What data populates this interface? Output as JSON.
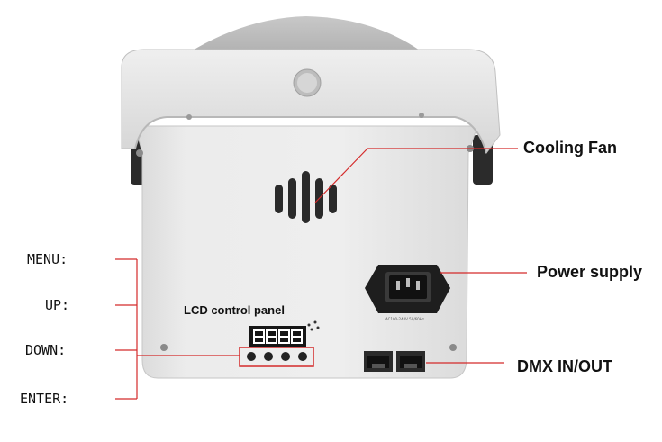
{
  "callouts": {
    "cooling_fan": "Cooling Fan",
    "power_supply": "Power supply",
    "dmx": "DMX IN/OUT"
  },
  "panel": {
    "title": "LCD control panel",
    "display_digits": "8888"
  },
  "buttons": {
    "menu": "MENU:",
    "up": "UP:",
    "down": "DOWN:",
    "enter": "ENTER:"
  },
  "socket_rating": "AC100-240V 50/60Hz",
  "colors": {
    "leader_line": "#d42a2a",
    "housing": "#e9e9e9",
    "display_red": "#ff4040"
  }
}
